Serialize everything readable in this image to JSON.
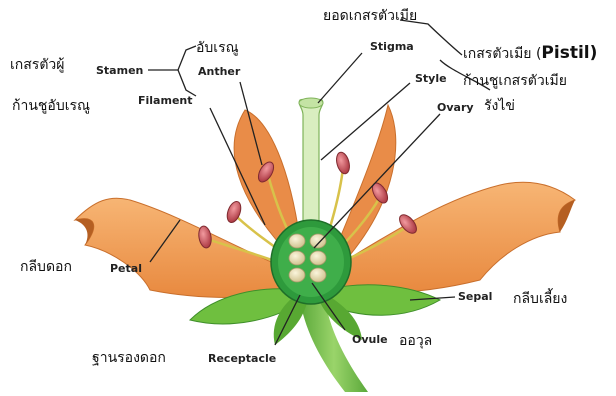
{
  "labels": {
    "stamen": "Stamen",
    "anther": "Anther",
    "filament": "Filament",
    "stigma": "Stigma",
    "style": "Style",
    "ovary": "Ovary",
    "petal": "Petal",
    "sepal": "Sepal",
    "ovule": "Ovule",
    "receptacle": "Receptacle"
  },
  "thai": {
    "stamen": "เกสรตัวผู้",
    "anther": "อับเรณู",
    "filament": "ก้านชูอับเรณู",
    "stigma": "ยอดเกสรตัวเมีย",
    "pistil_prefix": "เกสรตัวเมีย (",
    "pistil_en": "Pistil)",
    "style": "ก้านชูเกสรตัวเมีย",
    "ovary": "รังไข่",
    "petal": "กลีบดอก",
    "sepal": "กลีบเลี้ยง",
    "ovule": "ออวุล",
    "receptacle": "ฐานรองดอก"
  },
  "colors": {
    "petal": "#f0a15c",
    "petal_dark": "#d9782e",
    "sepal": "#6fbf3f",
    "sepal_dark": "#3f8f2a",
    "ovary": "#2e9a3c",
    "ovule": "#e9dfb6",
    "anther": "#c9525a",
    "filament": "#d8c24a",
    "pistil": "#d9eec0"
  }
}
